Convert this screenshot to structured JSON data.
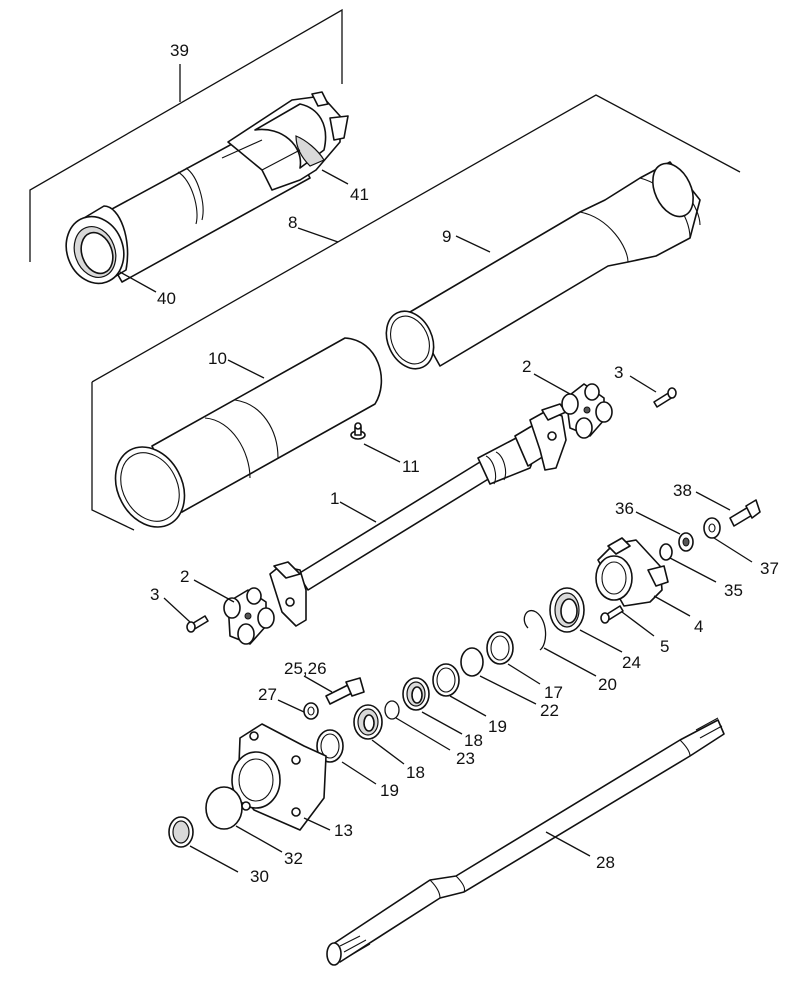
{
  "callouts": [
    {
      "id": "c39",
      "label": "39"
    },
    {
      "id": "c41",
      "label": "41"
    },
    {
      "id": "c40",
      "label": "40"
    },
    {
      "id": "c8",
      "label": "8"
    },
    {
      "id": "c9",
      "label": "9"
    },
    {
      "id": "c10",
      "label": "10"
    },
    {
      "id": "c2a",
      "label": "2"
    },
    {
      "id": "c3a",
      "label": "3"
    },
    {
      "id": "c11",
      "label": "11"
    },
    {
      "id": "c1",
      "label": "1"
    },
    {
      "id": "c38",
      "label": "38"
    },
    {
      "id": "c36",
      "label": "36"
    },
    {
      "id": "c37",
      "label": "37"
    },
    {
      "id": "c35",
      "label": "35"
    },
    {
      "id": "c2b",
      "label": "2"
    },
    {
      "id": "c3b",
      "label": "3"
    },
    {
      "id": "c4",
      "label": "4"
    },
    {
      "id": "c5",
      "label": "5"
    },
    {
      "id": "c24",
      "label": "24"
    },
    {
      "id": "c20",
      "label": "20"
    },
    {
      "id": "c17",
      "label": "17"
    },
    {
      "id": "c22",
      "label": "22"
    },
    {
      "id": "c19a",
      "label": "19"
    },
    {
      "id": "c18a",
      "label": "18"
    },
    {
      "id": "c2526",
      "label": "25,26"
    },
    {
      "id": "c27",
      "label": "27"
    },
    {
      "id": "c23",
      "label": "23"
    },
    {
      "id": "c18b",
      "label": "18"
    },
    {
      "id": "c19b",
      "label": "19"
    },
    {
      "id": "c13",
      "label": "13"
    },
    {
      "id": "c32",
      "label": "32"
    },
    {
      "id": "c30",
      "label": "30"
    },
    {
      "id": "c28",
      "label": "28"
    }
  ]
}
